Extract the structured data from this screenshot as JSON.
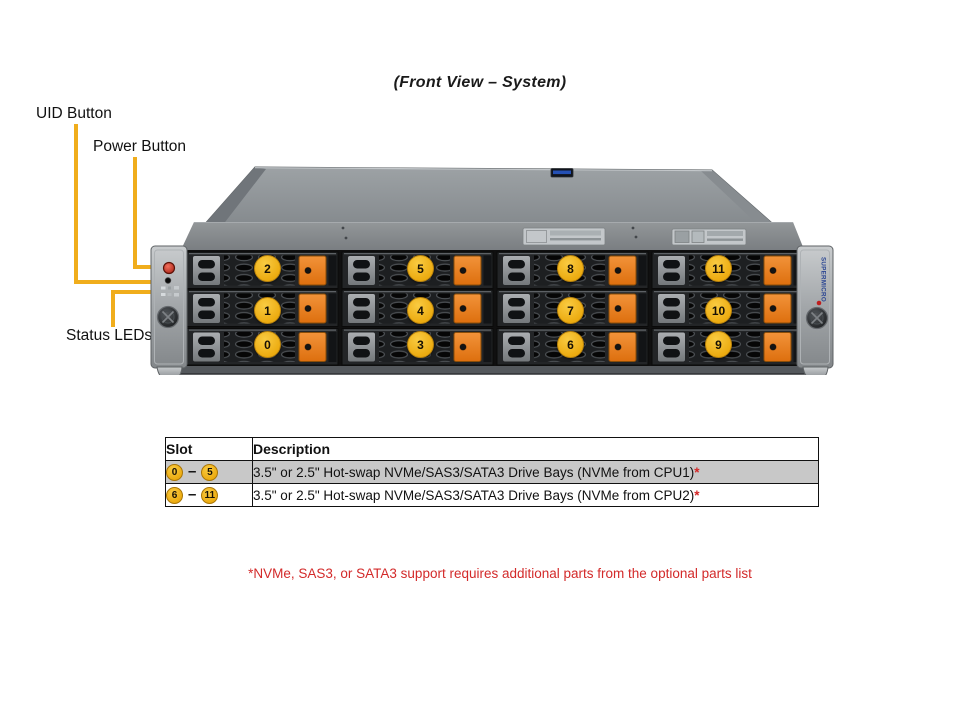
{
  "page": {
    "title": "(Front View – System)"
  },
  "callouts": {
    "uid": "UID Button",
    "power": "Power Button",
    "status": "Status LEDs"
  },
  "server": {
    "brand": "SUPERMICRO",
    "badges": [
      {
        "slot": "2"
      },
      {
        "slot": "5"
      },
      {
        "slot": "8"
      },
      {
        "slot": "11"
      },
      {
        "slot": "1"
      },
      {
        "slot": "4"
      },
      {
        "slot": "7"
      },
      {
        "slot": "10"
      },
      {
        "slot": "0"
      },
      {
        "slot": "3"
      },
      {
        "slot": "6"
      },
      {
        "slot": "9"
      }
    ]
  },
  "table": {
    "headers": [
      "Slot",
      "Description"
    ],
    "rows": [
      {
        "from": "0",
        "dash": "–",
        "to": "5",
        "description": "3.5\" or 2.5\" Hot-swap NVMe/SAS3/SATA3 Drive Bays (NVMe from CPU1)",
        "asterisk": "*"
      },
      {
        "from": "6",
        "dash": "–",
        "to": "11",
        "description": "3.5\" or 2.5\" Hot-swap NVMe/SAS3/SATA3 Drive Bays (NVMe from CPU2)",
        "asterisk": "*"
      }
    ]
  },
  "footnote": "*NVMe, SAS3, or SATA3 support requires additional parts from the optional parts list",
  "colors": {
    "callout_gold": "#F0AD1C",
    "badge_gold": "#ECAB10",
    "latch_orange": "#E87C1C",
    "footnote_red": "#D32A2A",
    "table_row_gray": "#C8C8C8"
  }
}
